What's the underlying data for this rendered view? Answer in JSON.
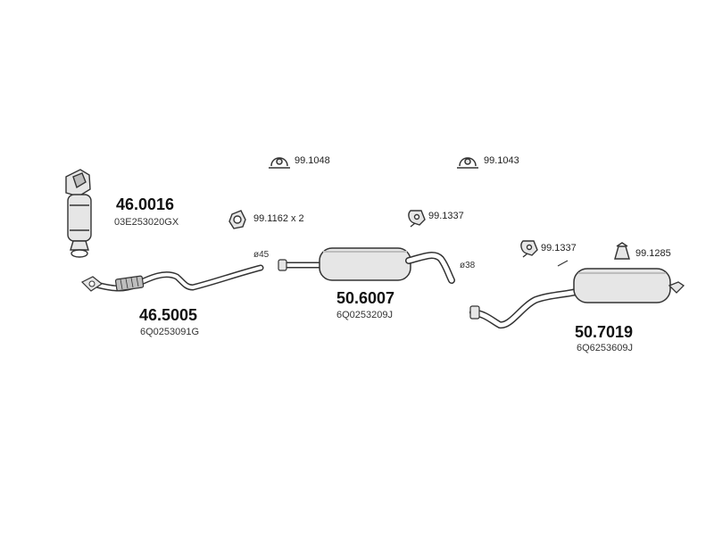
{
  "parts": {
    "catalyst": {
      "number": "46.0016",
      "oe": "03E253020GX"
    },
    "front_pipe": {
      "number": "46.5005",
      "oe": "6Q0253091G",
      "diameter": "ø45"
    },
    "middle_silencer": {
      "number": "50.6007",
      "oe": "6Q0253209J",
      "diameter": "ø38"
    },
    "rear_silencer": {
      "number": "50.7019",
      "oe": "6Q6253609J"
    }
  },
  "accessories": {
    "clamp_1": "99.1048",
    "clamp_2": "99.1043",
    "gasket": "99.1162 x 2",
    "hanger_1": "99.1337",
    "hanger_2": "99.1337",
    "rubber_mount": "99.1285"
  },
  "colors": {
    "line": "#333333",
    "fill": "#e6e6e6",
    "shade": "#bdbdbd",
    "background": "#ffffff"
  }
}
